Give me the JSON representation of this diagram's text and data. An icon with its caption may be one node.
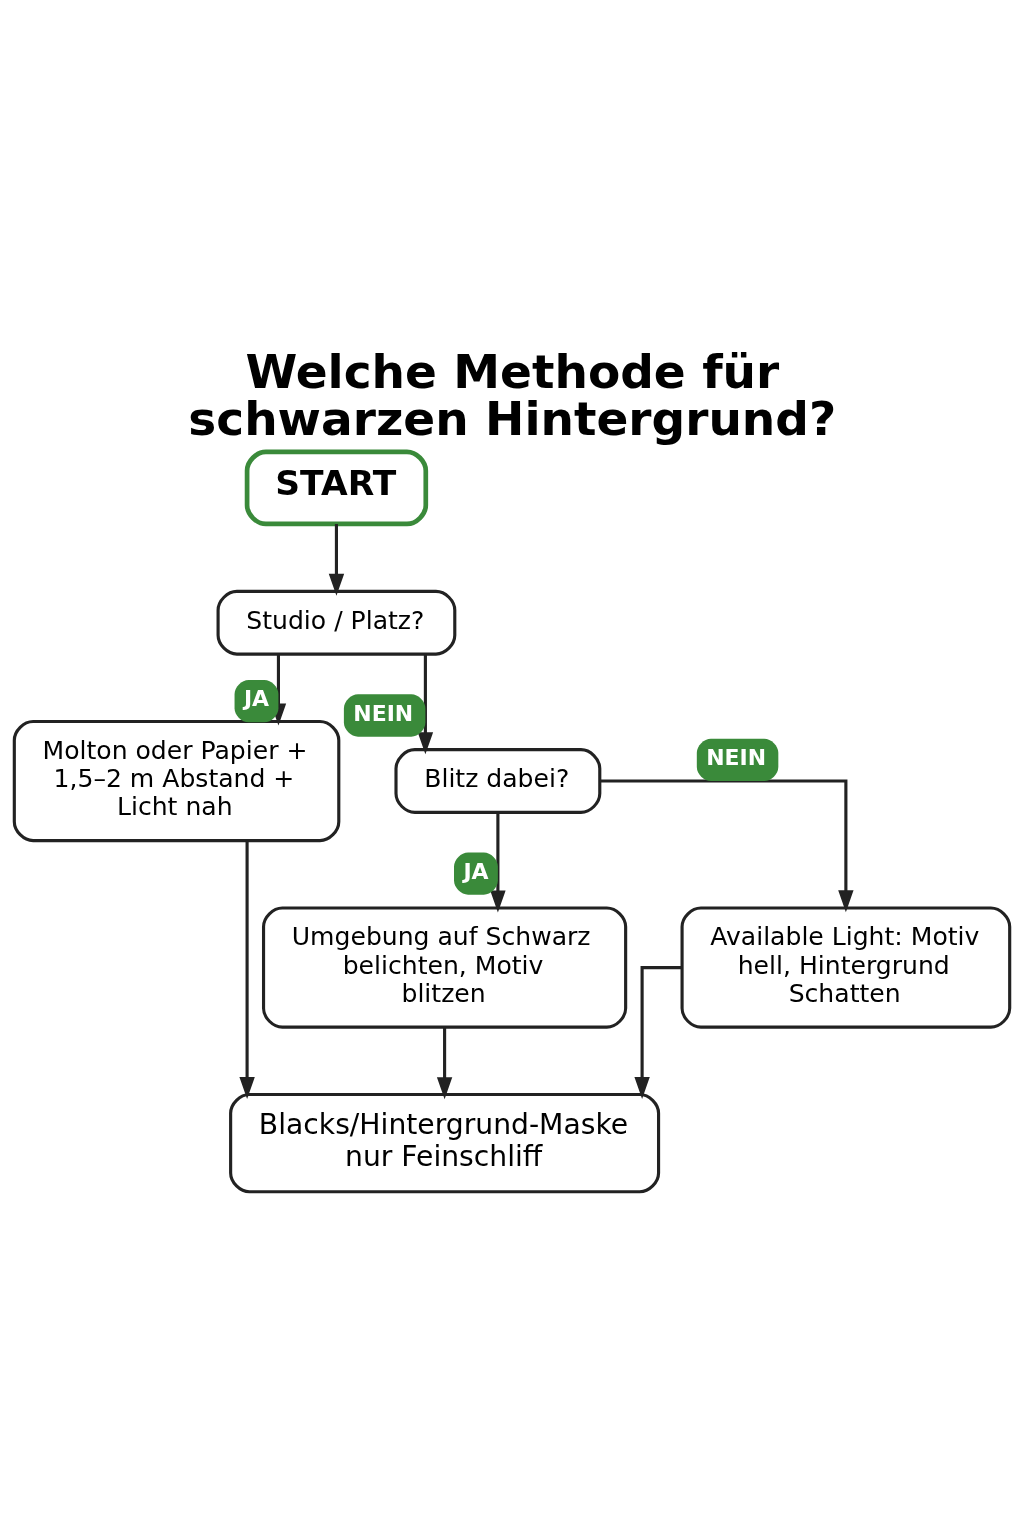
{
  "diagram": {
    "title": "Welche Methode für schwarzen Hintergrund?",
    "nodes": [
      {
        "text": [
          "START"
        ]
      },
      {
        "text": [
          "Studio / Platz?"
        ]
      },
      {
        "text": [
          "Molton oder Papier + 1,5–2 m Abstand + Licht nah"
        ]
      },
      {
        "text": [
          "Blitz dabei?"
        ]
      },
      {
        "text": [
          "Umgebung auf Schwarz belichten, Motiv blitzen"
        ]
      },
      {
        "text": [
          "Available Light: Motiv hell, Hintergrund Schatten"
        ]
      },
      {
        "text": [
          "Blacks/Hintergrund-Maske nur Feinschliff"
        ]
      }
    ],
    "edges": [
      {
        "from": 0,
        "to": 1,
        "arrow": "to"
      },
      {
        "from": 1,
        "to": 2,
        "label": "JA",
        "arrow": "to"
      },
      {
        "from": 1,
        "to": 3,
        "label": "NEIN",
        "arrow": "to"
      },
      {
        "from": 3,
        "to": 4,
        "label": "JA",
        "arrow": "to"
      },
      {
        "from": 3,
        "to": 5,
        "label": "NEIN",
        "arrow": "to"
      },
      {
        "from": 2,
        "to": 6,
        "arrow": "to"
      },
      {
        "from": 4,
        "to": 6,
        "arrow": "to"
      },
      {
        "from": 5,
        "to": 6,
        "arrow": "to"
      }
    ]
  }
}
